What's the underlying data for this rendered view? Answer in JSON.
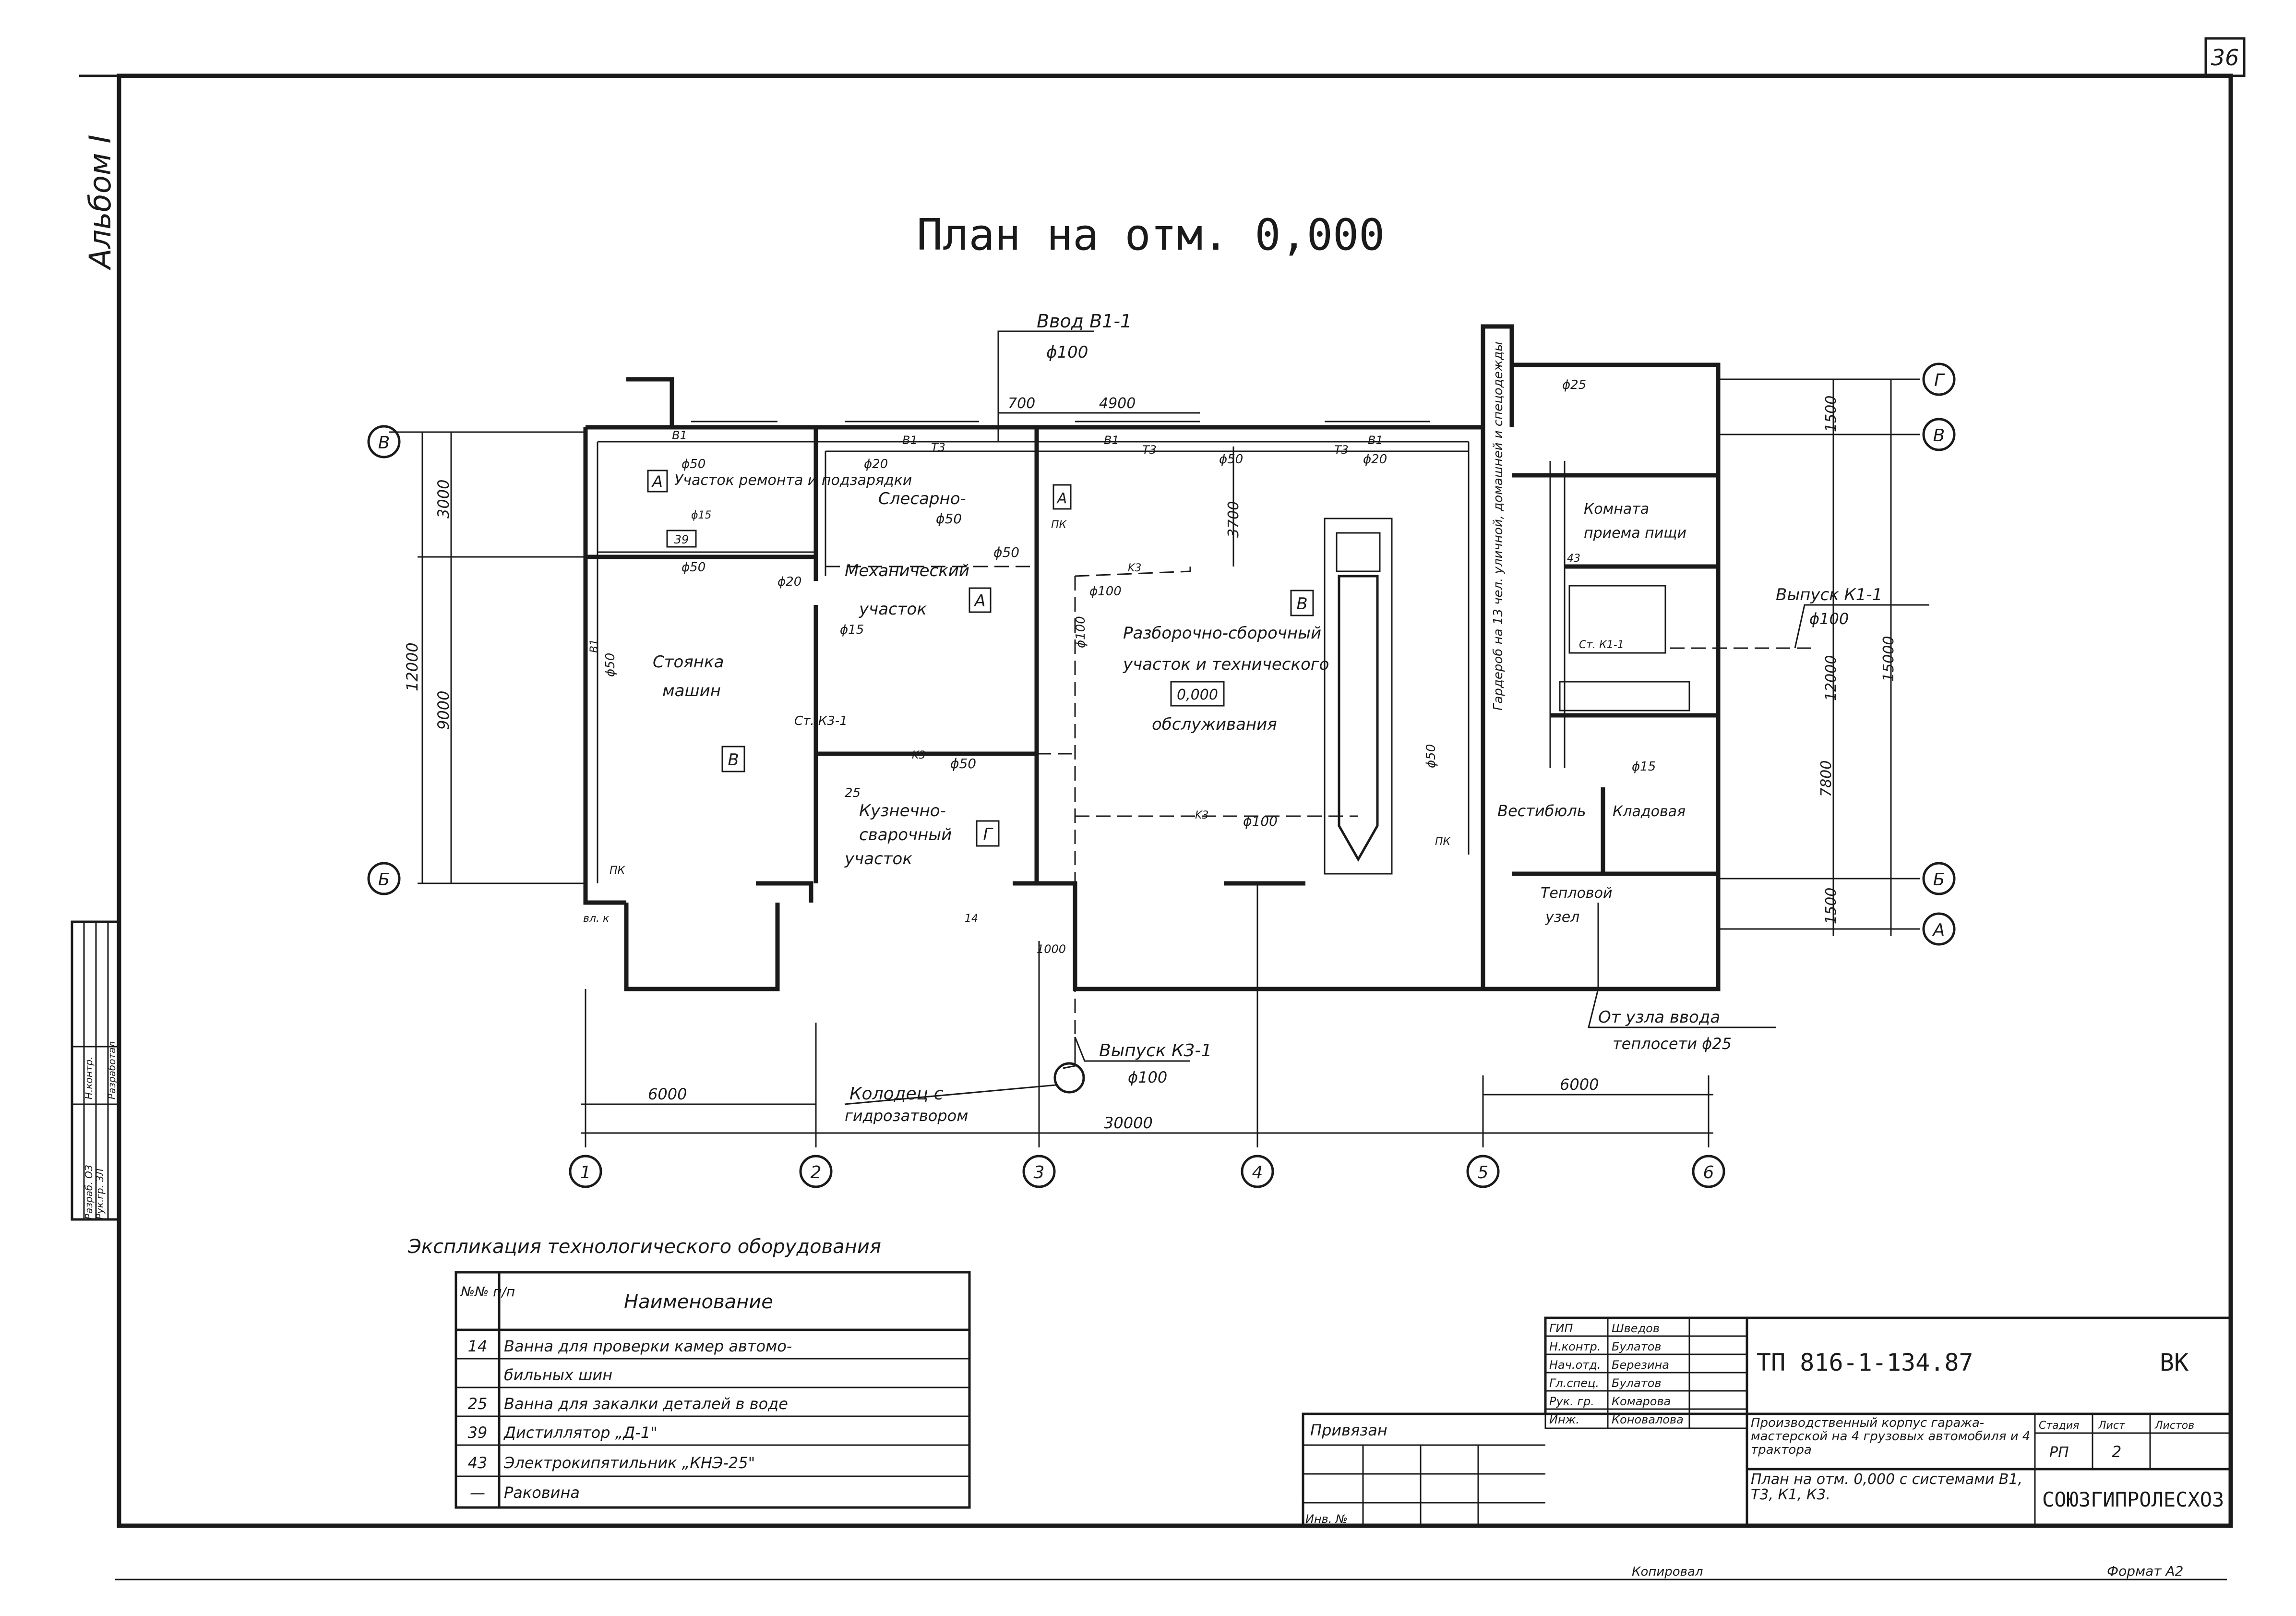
{
  "sheet_number": "36",
  "album_label": "Альбом I",
  "plan_title": "План на отм. 0,000",
  "rooms": {
    "repair": "Участок ремонта и подзарядки",
    "mechanical_1": "Слесарно-",
    "mechanical_2": "Механический",
    "mechanical_3": "участок",
    "parking_1": "Стоянка",
    "parking_2": "машин",
    "assembly_1": "Разборочно-сборочный",
    "assembly_2": "участок и технического",
    "assembly_3": "обслуживания",
    "forge_1": "Кузнечно-",
    "forge_2": "сварочный",
    "forge_3": "участок",
    "food_1": "Комната",
    "food_2": "приема пищи",
    "vestibule": "Вестибюль",
    "storage_1": "Кладовая",
    "heat_1": "Тепловой",
    "heat_2": "узел",
    "wardrobe": "Гардероб на 13 чел. уличной, домашней и спецодежды"
  },
  "room_codes": {
    "a1": "А",
    "a2": "А",
    "b1": "В",
    "b2": "В",
    "g1": "Г",
    "a3": "А"
  },
  "level_mark": "0,000",
  "pipes": {
    "b1": "B1",
    "t3": "T3",
    "k3": "K3",
    "k1": "K1",
    "d50": "ϕ50",
    "d20": "ϕ20",
    "d15": "ϕ15",
    "d100": "ϕ100",
    "d25": "ϕ25",
    "pk": "ПК",
    "st_k3": "Ст. К3-1",
    "st_k1": "Ст. К1-1",
    "eq25": "25",
    "eq39": "39",
    "eq43": "43",
    "eq14": "14",
    "vlk": "вл. к"
  },
  "callouts": {
    "vvod_1": "Ввод В1-1",
    "vvod_2": "ϕ100",
    "vypusk_k1_1": "Выпуск К1-1",
    "vypusk_k1_2": "ϕ100",
    "vypusk_k3_1": "Выпуск К3-1",
    "vypusk_k3_2": "ϕ100",
    "kolodec_1": "Колодец с",
    "kolodec_2": "гидрозатвором",
    "teplo_1": "От узла ввода",
    "teplo_2": "теплосети ϕ25"
  },
  "dimensions": {
    "d700": "700",
    "d4900": "4900",
    "d3700": "3700",
    "d3000": "3000",
    "d12000": "12000",
    "d9000": "9000",
    "d6000a": "6000",
    "d6000b": "6000",
    "d30000": "30000",
    "d1000": "1000",
    "d1500a": "1500",
    "d1500b": "1500",
    "d12000r": "12000",
    "d15000": "15000",
    "d7800": "7800"
  },
  "axes": {
    "v_left_top": "В",
    "b_left": "Б",
    "g_right": "Г",
    "v_right": "В",
    "b_right": "Б",
    "a_right": "А",
    "n1": "1",
    "n2": "2",
    "n3": "3",
    "n4": "4",
    "n5": "5",
    "n6": "6"
  },
  "equipment_table": {
    "title": "Экспликация технологического оборудования",
    "header_no": "№№ п/п",
    "header_name": "Наименование",
    "rows": [
      {
        "no": "14",
        "name": "Ванна для проверки камер автомо-"
      },
      {
        "no": "",
        "name": "бильных шин"
      },
      {
        "no": "25",
        "name": "Ванна для закалки деталей в воде"
      },
      {
        "no": "39",
        "name": "Дистиллятор „Д-1\""
      },
      {
        "no": "43",
        "name": "Электрокипятильник „КНЭ-25\""
      },
      {
        "no": "—",
        "name": "Раковина"
      }
    ]
  },
  "title_block": {
    "signers": [
      {
        "role": "ГИП",
        "name": "Шведов"
      },
      {
        "role": "Н.контр.",
        "name": "Булатов"
      },
      {
        "role": "Нач.отд.",
        "name": "Березина"
      },
      {
        "role": "Гл.спец.",
        "name": "Булатов"
      },
      {
        "role": "Рук. гр.",
        "name": "Комарова"
      },
      {
        "role": "Инж.",
        "name": "Коновалова"
      }
    ],
    "project_code": "ТП 816-1-134.87",
    "section": "ВК",
    "object_name": "Производственный корпус гаража-мастерской на 4 грузовых автомобиля и 4 трактора",
    "stage_label": "Стадия",
    "sheet_label": "Лист",
    "sheets_label": "Листов",
    "stage": "РП",
    "sheet": "2",
    "sheet_title": "План на отм. 0,000 с системами В1, Т3, К1, К3.",
    "organization": "СОЮЗГИПРОЛЕСХОЗ",
    "privyazan": "Привязан",
    "inv_no": "Инв. №"
  },
  "side_stamp": {
    "r1": "Разраб. ОЗ",
    "r2": "Рук.гр. ЗЛ",
    "r3": "Н.контр.",
    "r4": "Разработал"
  },
  "footer": {
    "copied": "Копировал",
    "format": "Формат А2"
  }
}
